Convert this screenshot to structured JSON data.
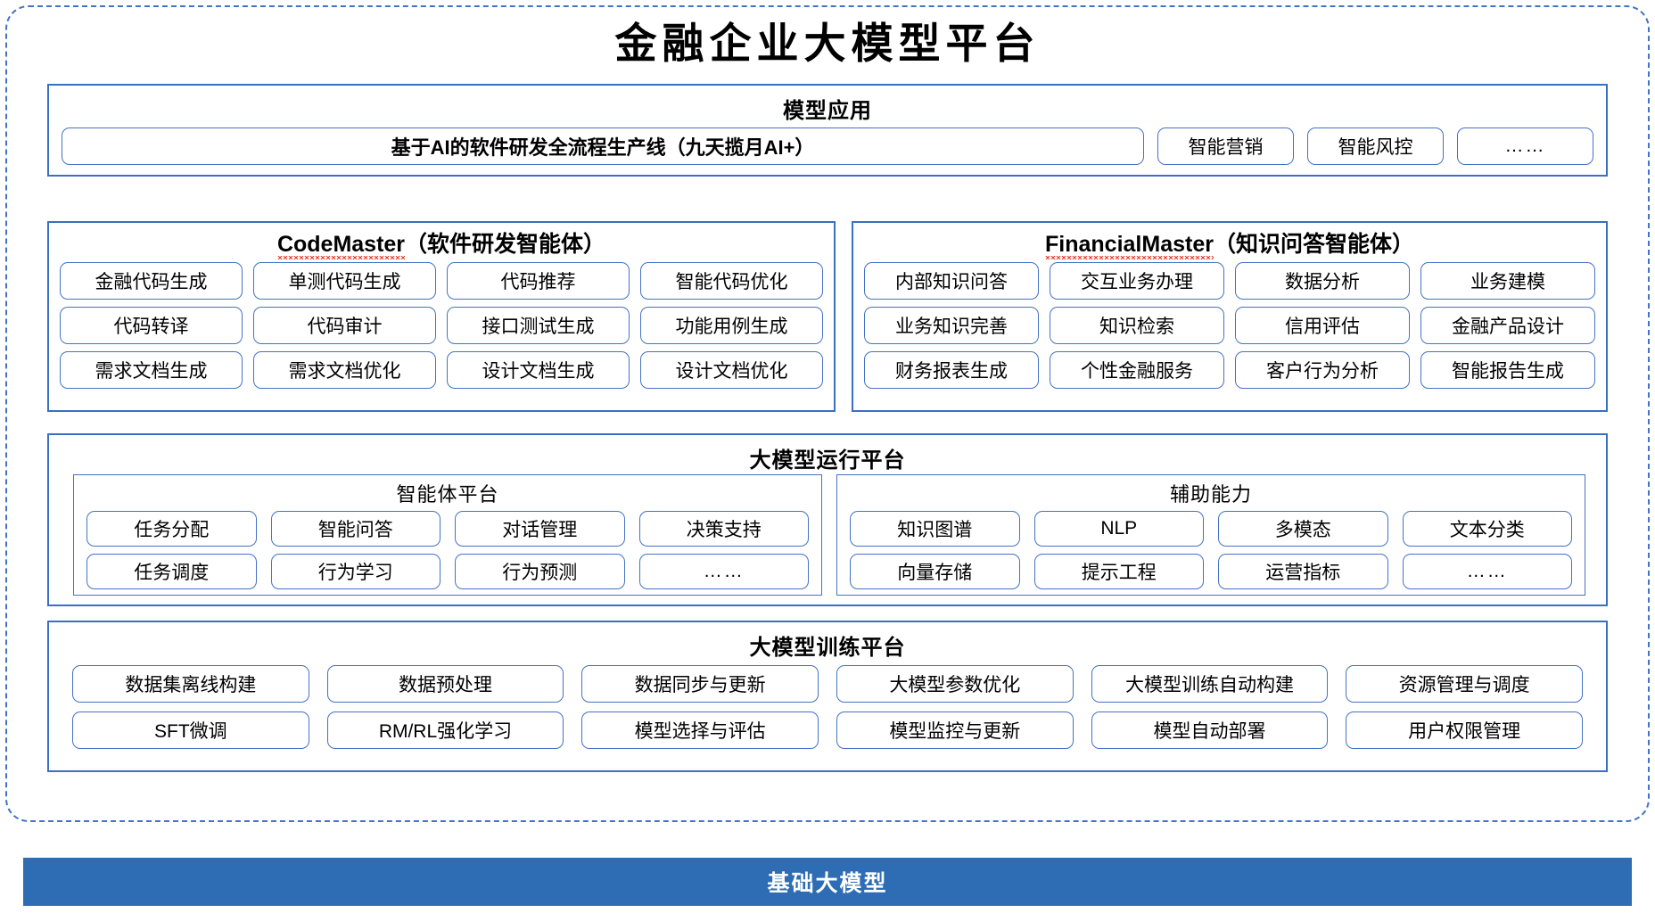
{
  "title": "金融企业大模型平台",
  "sections": {
    "model_application": {
      "title": "模型应用",
      "items": [
        "基于AI的软件研发全流程生产线（九天揽月AI+）",
        "智能营销",
        "智能风控",
        "……"
      ]
    },
    "code_master": {
      "name": "CodeMaster",
      "suffix": "（软件研发智能体）",
      "items": [
        "金融代码生成",
        "单测代码生成",
        "代码推荐",
        "智能代码优化",
        "代码转译",
        "代码审计",
        "接口测试生成",
        "功能用例生成",
        "需求文档生成",
        "需求文档优化",
        "设计文档生成",
        "设计文档优化"
      ]
    },
    "financial_master": {
      "name": "FinancialMaster",
      "suffix": "（知识问答智能体）",
      "items": [
        "内部知识问答",
        "交互业务办理",
        "数据分析",
        "业务建模",
        "业务知识完善",
        "知识检索",
        "信用评估",
        "金融产品设计",
        "财务报表生成",
        "个性金融服务",
        "客户行为分析",
        "智能报告生成"
      ]
    },
    "runtime_platform": {
      "title": "大模型运行平台",
      "agent_platform": {
        "title": "智能体平台",
        "items": [
          "任务分配",
          "智能问答",
          "对话管理",
          "决策支持",
          "任务调度",
          "行为学习",
          "行为预测",
          "……"
        ]
      },
      "auxiliary": {
        "title": "辅助能力",
        "items": [
          "知识图谱",
          "NLP",
          "多模态",
          "文本分类",
          "向量存储",
          "提示工程",
          "运营指标",
          "……"
        ]
      }
    },
    "training_platform": {
      "title": "大模型训练平台",
      "items": [
        "数据集离线构建",
        "数据预处理",
        "数据同步与更新",
        "大模型参数优化",
        "大模型训练自动构建",
        "资源管理与调度",
        "SFT微调",
        "RM/RL强化学习",
        "模型选择与评估",
        "模型监控与更新",
        "模型自动部署",
        "用户权限管理"
      ]
    },
    "base_model": {
      "label": "基础大模型"
    }
  },
  "colors": {
    "frame_border": "#4472C4",
    "panel_border": "#3B6FBF",
    "pill_border": "#4472C4",
    "base_bar": "#2E6DB4",
    "spellcheck_underline": "#E8392B"
  }
}
